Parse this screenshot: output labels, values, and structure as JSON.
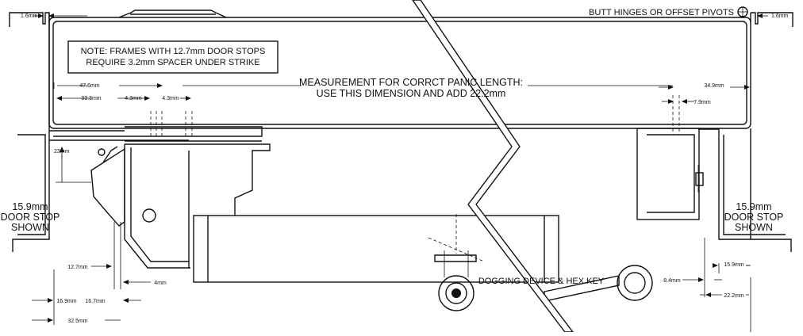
{
  "labels": {
    "pivots": "BUTT HINGES OR OFFSET PIVOTS",
    "note_line1": "NOTE: FRAMES WITH 12.7mm DOOR STOPS",
    "note_line2": "REQUIRE 3.2mm SPACER UNDER STRIKE",
    "measure_line1": "MEASUREMENT FOR CORRCT PANIC LENGTH:",
    "measure_line2": "USE THIS DIMENSION AND ADD 22.2mm",
    "stop_left_1": "15.9mm",
    "stop_left_2": "DOOR STOP",
    "stop_left_3": "SHOWN",
    "stop_right_1": "15.9mm",
    "stop_right_2": "DOOR STOP",
    "stop_right_3": "SHOWN",
    "dogging": "DOGGING DEVICE & HEX KEY"
  },
  "dimensions": {
    "d_1_6_left": "1.6mm",
    "d_1_6_right": "1.6mm",
    "d_47_6": "47.6mm",
    "d_33_3": "33.3mm",
    "d_4_3_a": "4.3mm",
    "d_4_3_b": "4.3mm",
    "d_34_9": "34.9mm",
    "d_7_9": "7.9mm",
    "d_23": "23mm",
    "d_12_7": "12.7mm",
    "d_4": "4mm",
    "d_16_9": "16.9mm",
    "d_16_7": "16.7mm",
    "d_32_5": "32.5mm",
    "d_15_9": "15.9mm",
    "d_8_4": "8.4mm",
    "d_22_2": "22.2mm"
  }
}
